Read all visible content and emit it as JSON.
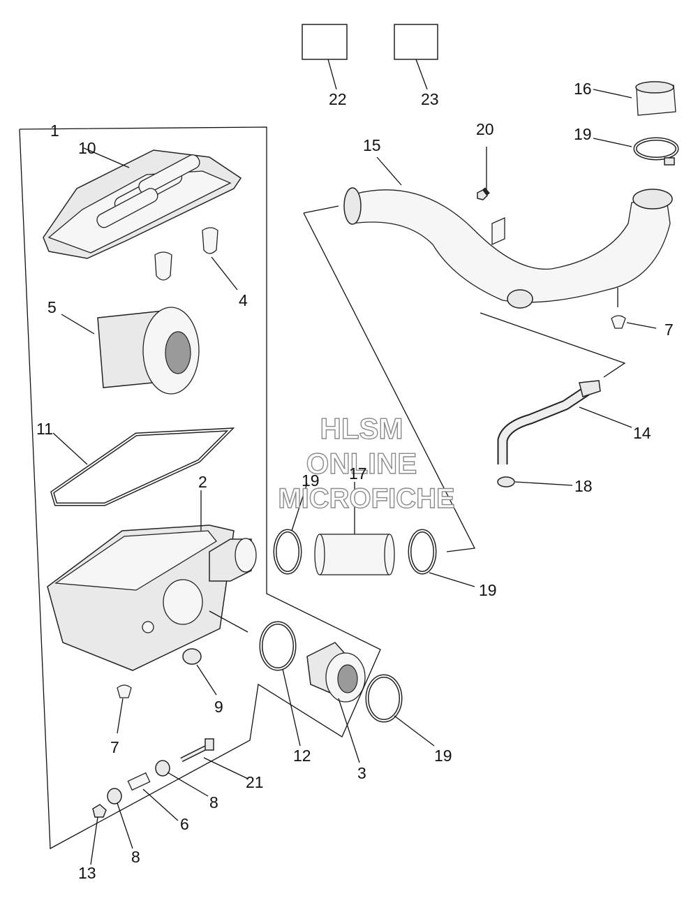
{
  "watermark": {
    "line1": "HLSM",
    "line2": "ONLINE",
    "line3": "MICROFICHE"
  },
  "callouts": {
    "c1": "1",
    "c2": "2",
    "c3": "3",
    "c4": "4",
    "c5": "5",
    "c6": "6",
    "c7a": "7",
    "c7b": "7",
    "c8a": "8",
    "c8b": "8",
    "c9": "9",
    "c10": "10",
    "c11": "11",
    "c12": "12",
    "c13": "13",
    "c14": "14",
    "c15": "15",
    "c16": "16",
    "c17": "17",
    "c18": "18",
    "c19a": "19",
    "c19b": "19",
    "c19c": "19",
    "c19d": "19",
    "c20": "20",
    "c21": "21",
    "c22": "22",
    "c23": "23"
  }
}
